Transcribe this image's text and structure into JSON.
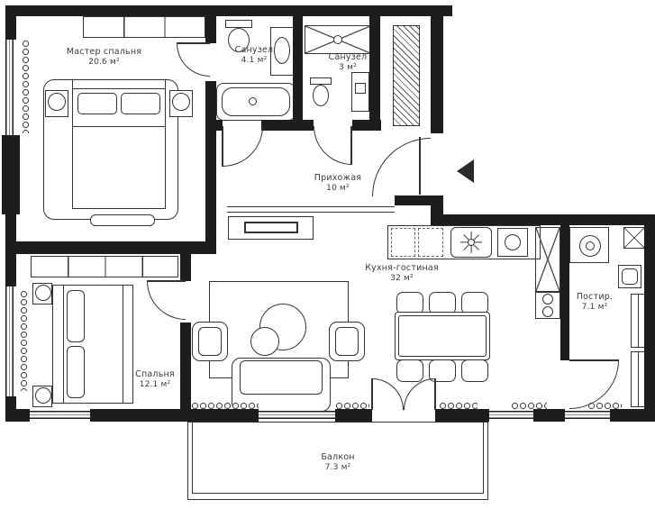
{
  "colors": {
    "wall": "#1d1d1d",
    "line": "#333333",
    "background": "#ffffff"
  },
  "rooms": {
    "master_bedroom": {
      "name": "Мастер спальня",
      "area": "20.6 м²"
    },
    "bathroom_1": {
      "name": "Санузел",
      "area": "4.1 м²"
    },
    "bathroom_2": {
      "name": "Санузел",
      "area": "3 м²"
    },
    "hallway": {
      "name": "Прихожая",
      "area": "10 м²"
    },
    "kitchen_living": {
      "name": "Кухня-гостиная",
      "area": "32 м²"
    },
    "laundry": {
      "name": "Постир.",
      "area": "7.1 м²"
    },
    "bedroom": {
      "name": "Спальня",
      "area": "12.1 м²"
    },
    "balcony": {
      "name": "Балкон",
      "area": "7.3 м²"
    }
  },
  "icons": {
    "entrance_arrow": "entrance-direction-left"
  }
}
